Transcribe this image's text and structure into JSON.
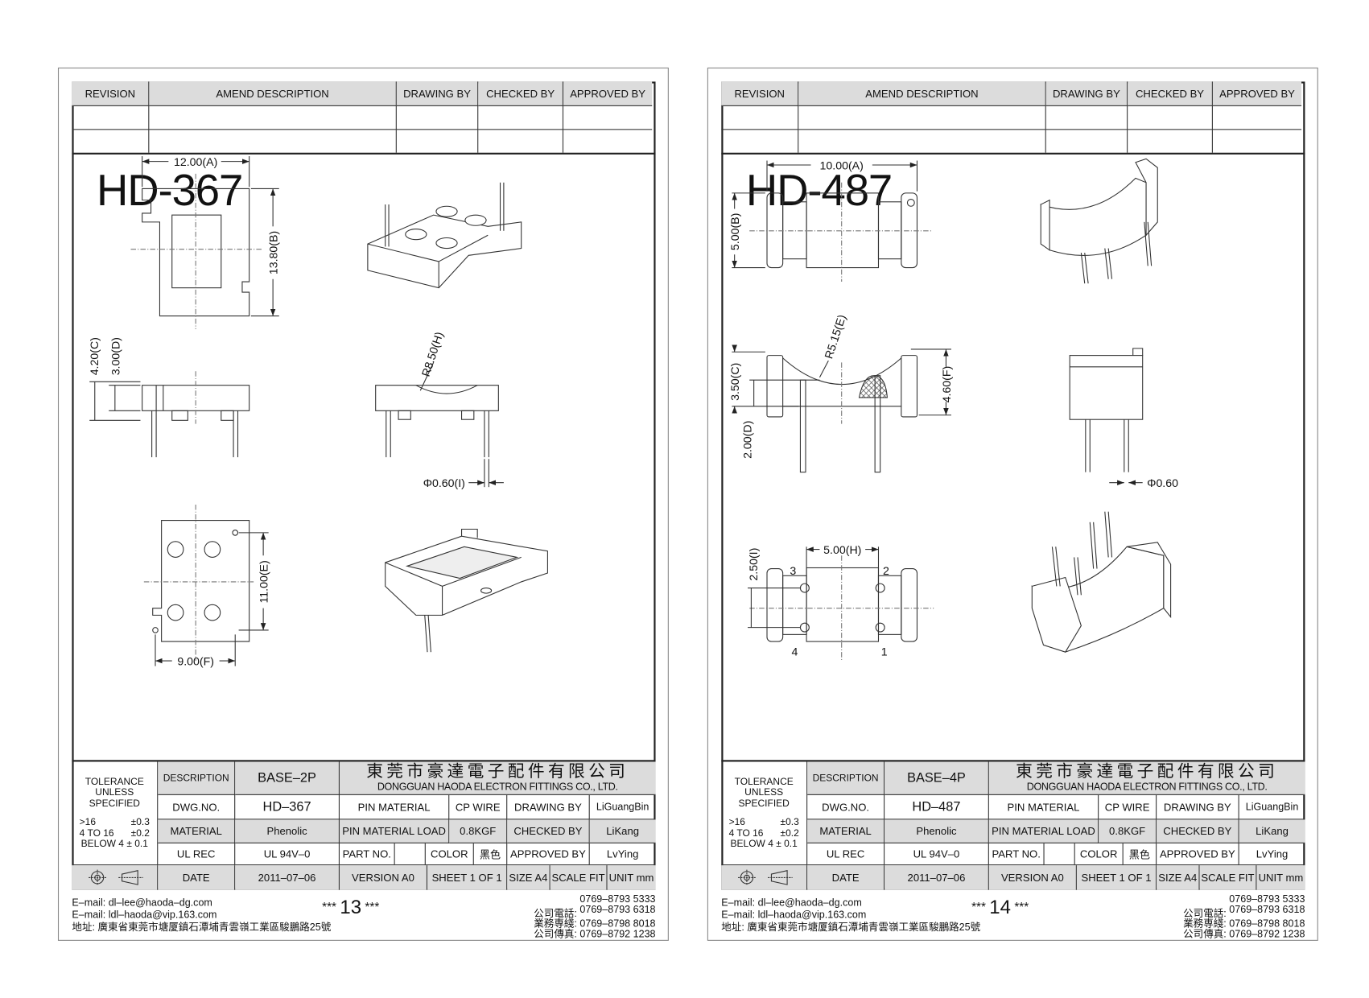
{
  "revision_header": [
    "REVISION",
    "AMEND DESCRIPTION",
    "DRAWING BY",
    "CHECKED BY",
    "APPROVED BY"
  ],
  "tolerance": {
    "line1": "TOLERANCE",
    "line2": "UNLESS",
    "line3": "SPECIFIED",
    "r1a": ">16",
    "r1b": "±0.3",
    "r2a": "4 TO 16",
    "r2b": "±0.2",
    "r3": "BELOW 4 ± 0.1"
  },
  "labels": {
    "description": "DESCRIPTION",
    "dwg_no": "DWG.NO.",
    "material": "MATERIAL",
    "ul_rec": "UL REC",
    "date": "DATE",
    "pin_material": "PIN MATERIAL",
    "pin_material_load": "PIN MATERIAL LOAD",
    "part_no": "PART NO.",
    "color": "COLOR",
    "drawing_by": "DRAWING BY",
    "checked_by": "CHECKED BY",
    "approved_by": "APPROVED BY"
  },
  "company": {
    "name_cn": "東莞市豪達電子配件有限公司",
    "name_en": "DONGGUAN HAODA ELECTRON FITTINGS CO., LTD."
  },
  "contact": {
    "email1": "E–mail: dl–lee@haoda–dg.com",
    "email2": "E–mail: ldl–haoda@vip.163.com",
    "address": "地址: 廣東省東莞市塘厦鎮石潭埔青雲嶺工業區駿鵬路25號",
    "tel_label": "公司電話:",
    "tel1": "0769–8793 5333",
    "tel2": "0769–8793 6318",
    "sales_label": "業務専綫:",
    "sales": "0769–8798 8018",
    "fax_label": "公司傳真:",
    "fax": "0769–8792 1238"
  },
  "pages": [
    {
      "title": "HD-367",
      "description": "BASE–2P",
      "dwg_no": "HD–367",
      "material": "Phenolic",
      "ul_rec": "UL 94V–0",
      "pin_material": "CP WIRE",
      "pin_load": "0.8KGF",
      "part_no": "",
      "color": "黑色",
      "drawing_by": "LiGuangBin",
      "checked_by": "LiKang",
      "approved_by": "LvYing",
      "date": "2011–07–06",
      "version": "VERSION A0",
      "sheet": "SHEET 1 OF 1",
      "size": "SIZE A4",
      "scale": "SCALE FIT",
      "unit": "UNIT mm",
      "page_number": "13",
      "dims": {
        "a": "12.00(A)",
        "b": "13.80(B)",
        "c": "4.20(C)",
        "d": "3.00(D)",
        "h": "R8.50(H)",
        "i": "Φ0.60(I)",
        "e": "11.00(E)",
        "f": "9.00(F)"
      }
    },
    {
      "title": "HD-487",
      "description": "BASE–4P",
      "dwg_no": "HD–487",
      "material": "Phenolic",
      "ul_rec": "UL 94V–0",
      "pin_material": "CP WIRE",
      "pin_load": "0.8KGF",
      "part_no": "",
      "color": "黑色",
      "drawing_by": "LiGuangBin",
      "checked_by": "LiKang",
      "approved_by": "LvYing",
      "date": "2011–07–06",
      "version": "VERSION A0",
      "sheet": "SHEET 1 OF 1",
      "size": "SIZE A4",
      "scale": "SCALE FIT",
      "unit": "UNIT mm",
      "page_number": "14",
      "dims": {
        "a": "10.00(A)",
        "b": "5.00(B)",
        "c": "3.50(C)",
        "d": "2.00(D)",
        "e": "R5.15(E)",
        "f": "4.60(F)",
        "phi": "Φ0.60",
        "h": "5.00(H)",
        "i": "2.50(I)",
        "p1": "1",
        "p2": "2",
        "p3": "3",
        "p4": "4"
      }
    }
  ]
}
